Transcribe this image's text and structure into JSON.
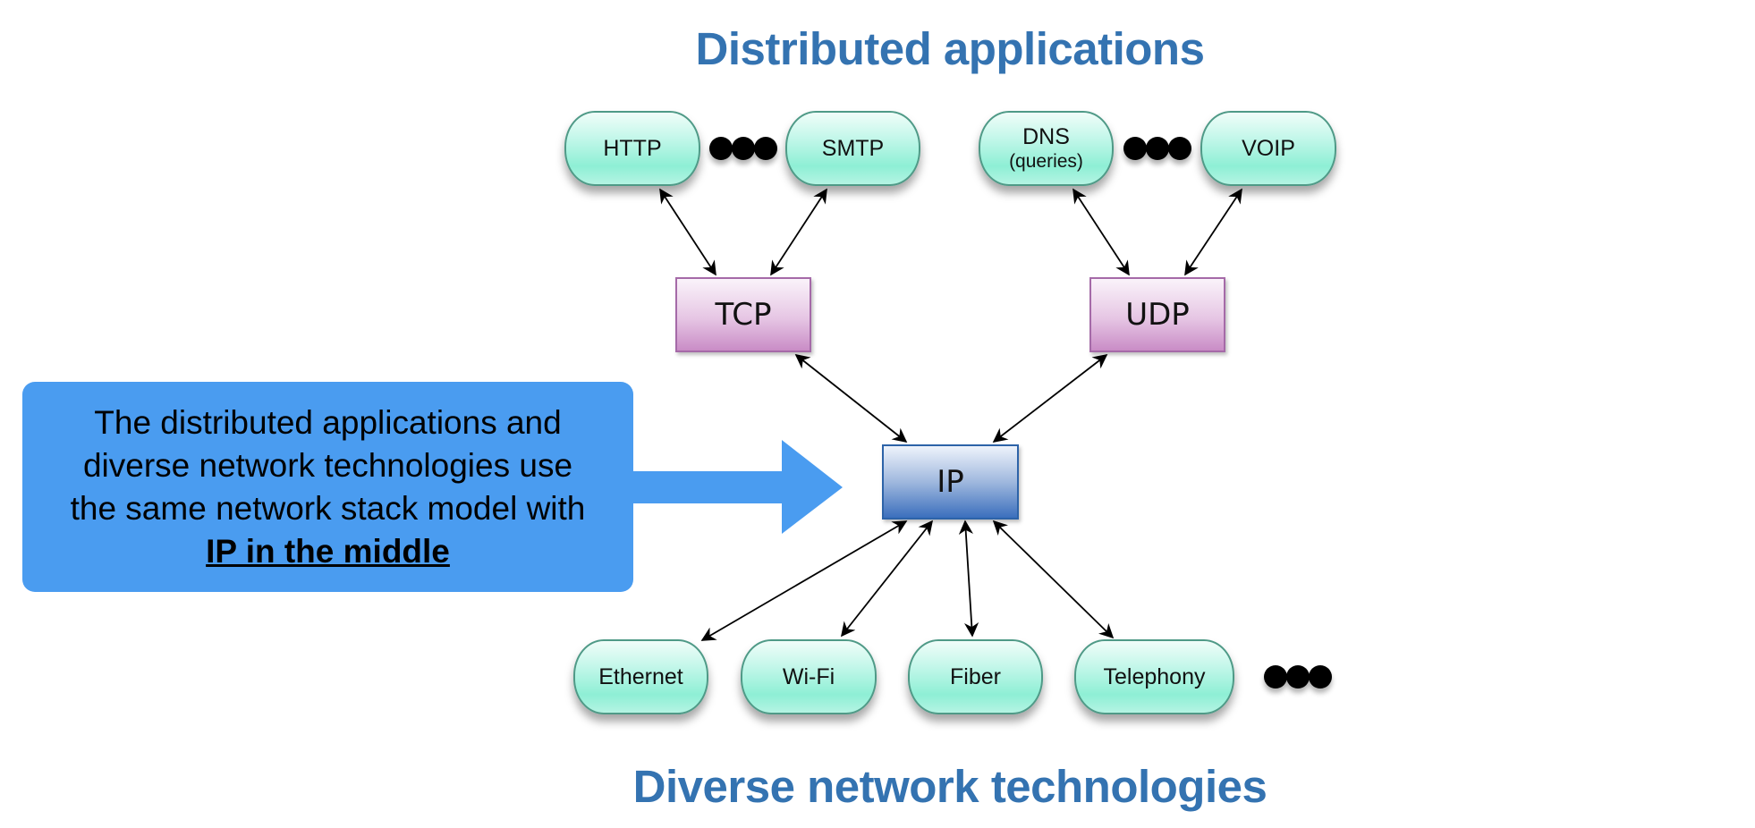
{
  "top_title": "Distributed applications",
  "bottom_title": "Diverse network technologies",
  "applications": [
    {
      "label": "HTTP",
      "sub": ""
    },
    {
      "label": "SMTP",
      "sub": ""
    },
    {
      "label": "DNS",
      "sub": "(queries)"
    },
    {
      "label": "VOIP",
      "sub": ""
    }
  ],
  "transport": [
    {
      "label": "TCP"
    },
    {
      "label": "UDP"
    }
  ],
  "network": {
    "label": "IP"
  },
  "technologies": [
    {
      "label": "Ethernet"
    },
    {
      "label": "Wi-Fi"
    },
    {
      "label": "Fiber"
    },
    {
      "label": "Telephony"
    }
  ],
  "callout": {
    "lines": [
      "The distributed applications and",
      "diverse network technologies use",
      "the same network stack model with"
    ],
    "emphasis": "IP in the middle"
  },
  "colors": {
    "title": "#3473b1",
    "callout": "#4a9cf0",
    "pill_fill": "#a8f2de",
    "transport_fill": "#e6c6e4",
    "ip_fill": "#3b6fbd"
  }
}
